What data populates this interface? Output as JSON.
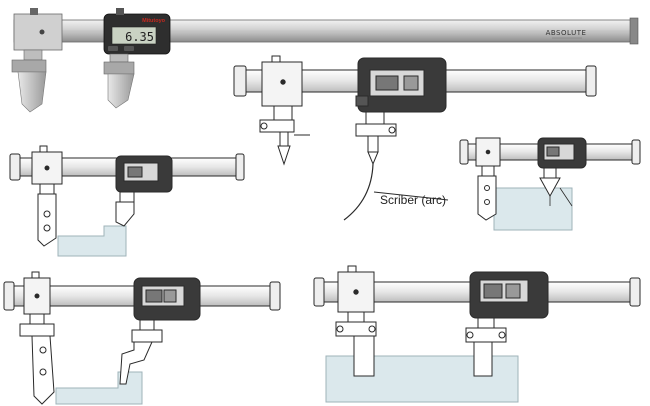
{
  "product_photo": {
    "display_reading": "6.35",
    "brand_logo": "Mitutoyo",
    "model_label": "ABSOLUTE"
  },
  "annotations": {
    "scriber_label": "Scriber (arc)"
  },
  "colors": {
    "line": "#2a2a2a",
    "workpiece_fill": "#dbe8ec",
    "beam_fill": "#f4f4f4",
    "head_fill": "#3a3a3a",
    "lcd_fill": "#c9d2c3",
    "brand_red": "#c8281e"
  },
  "icons": [
    "caliper-photo",
    "caliper-diagram",
    "scriber-point",
    "workpiece-block"
  ]
}
